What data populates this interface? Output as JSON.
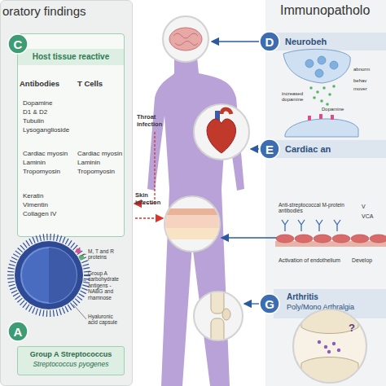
{
  "diagram": {
    "nodes": [
      {
        "text": [
          "oratory findings"
        ]
      },
      {
        "text": [
          "C"
        ],
        "in": 0
      },
      {
        "text": [
          "Host tissue reactive"
        ],
        "in": 0
      },
      {
        "text": [
          "A"
        ],
        "in": 0
      },
      {
        "text": [
          "Group A Streptococcus",
          "Streptococcus pyogenes"
        ],
        "in": 0
      },
      {
        "text": [
          "Immunopatholo"
        ]
      },
      {
        "text": [
          "D"
        ],
        "in": 5
      },
      {
        "text": [
          "Neurobeh"
        ],
        "in": 5
      },
      {
        "text": [
          "E"
        ],
        "in": 5
      },
      {
        "text": [
          "Cardiac an"
        ],
        "in": 5
      },
      {
        "text": [
          "G"
        ],
        "in": 5
      },
      {
        "text": [
          "Arthritis",
          "Poly/Mono Arthralgia"
        ],
        "in": 5
      }
    ],
    "labels": [
      "Antibodies",
      "T Cells",
      "Dopamine",
      "D1 & D2",
      "Tubulin",
      "Lysoganglioside",
      "Cardiac myosin",
      "Laminin",
      "Tropomyosin",
      "Keratin",
      "Vimentin",
      "Collagen IV",
      "Cardiac myosin",
      "Laminin",
      "Tropomyosin",
      "M, T and R proteins",
      "Group A carbohydrate antigens - NABG and rhamnose",
      "Hyaluronic acid capsule",
      "Throat infection",
      "Skin infection",
      "increased dopamine",
      "Dopamine",
      "abnorm",
      "behav",
      "mover",
      "Anti-streptococcal M-protein antibodies",
      "V",
      "VCA",
      "Activation of endothelium",
      "Develop",
      "?"
    ]
  }
}
